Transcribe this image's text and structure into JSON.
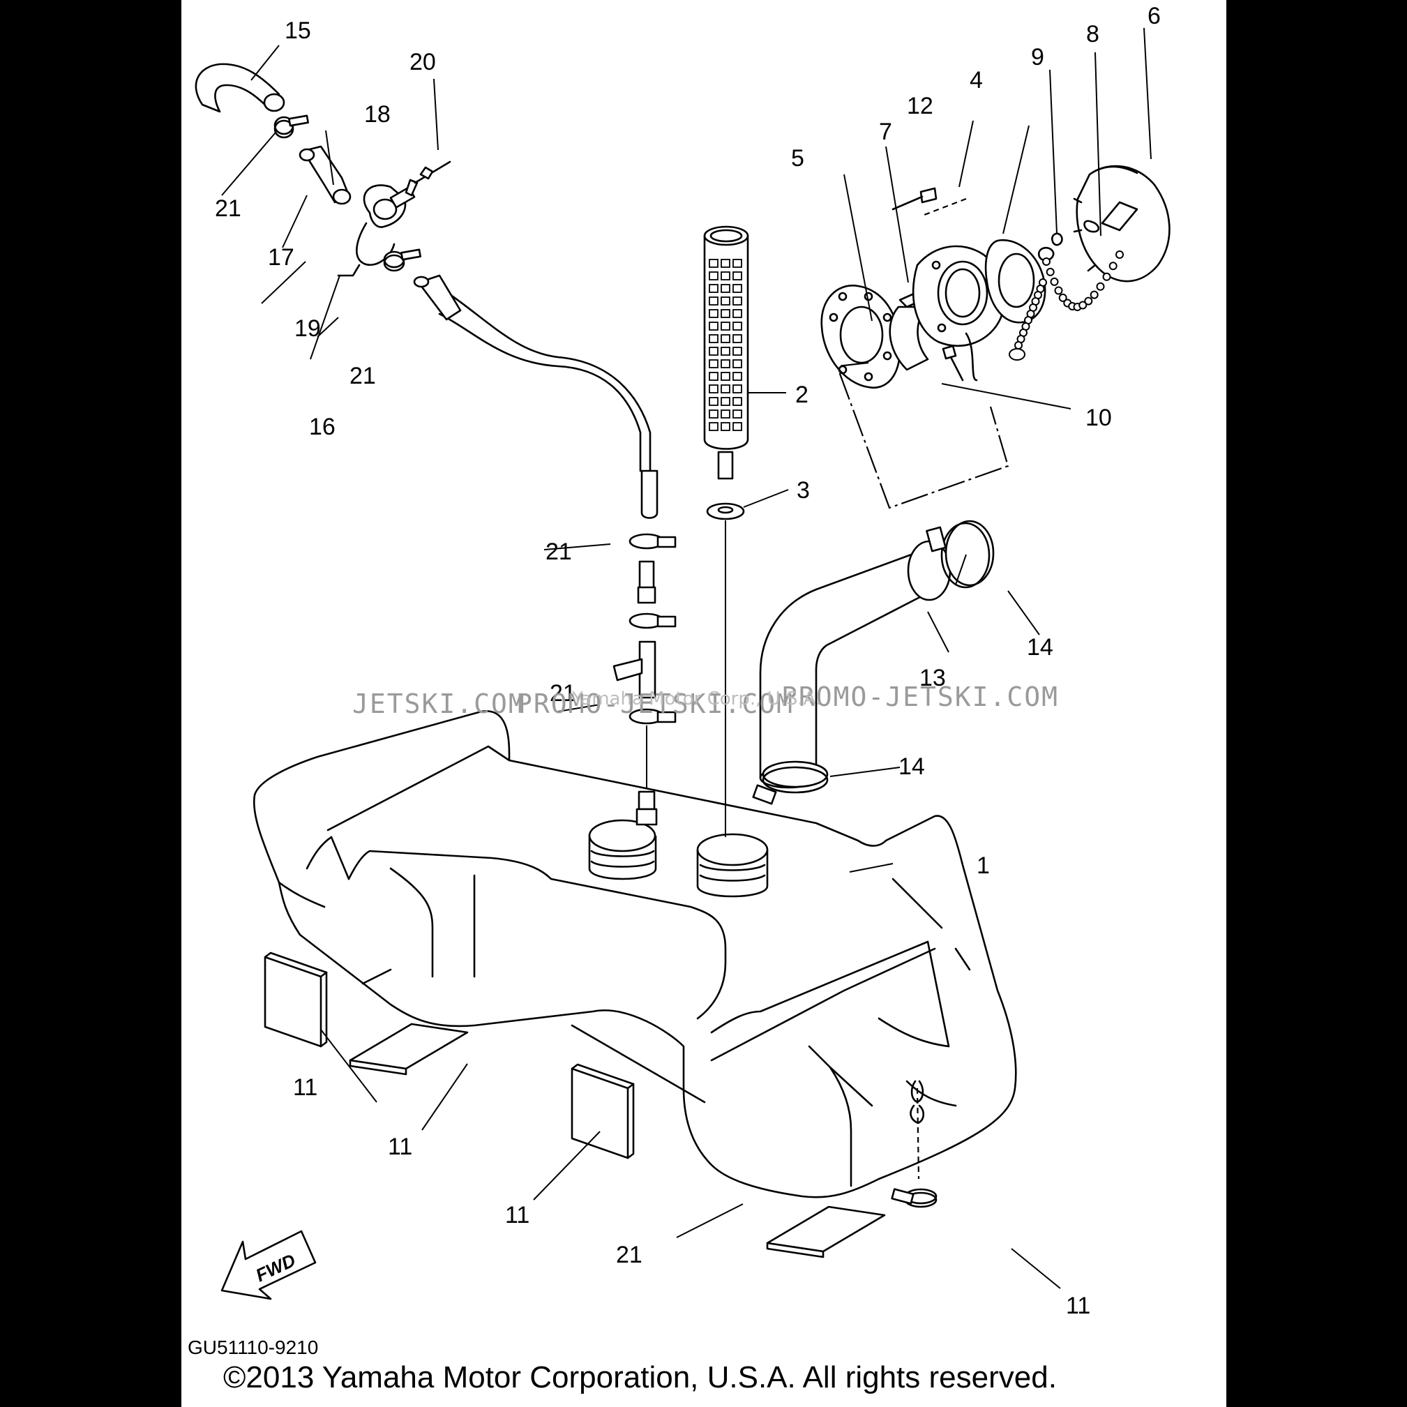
{
  "diagram": {
    "callouts": {
      "c1": "1",
      "c2": "2",
      "c3": "3",
      "c4": "4",
      "c5": "5",
      "c6": "6",
      "c7": "7",
      "c8": "8",
      "c9": "9",
      "c10": "10",
      "c11a": "11",
      "c11b": "11",
      "c11c": "11",
      "c11d": "11",
      "c12": "12",
      "c13": "13",
      "c14a": "14",
      "c14b": "14",
      "c15": "15",
      "c16": "16",
      "c17": "17",
      "c18": "18",
      "c19": "19",
      "c20": "20",
      "c21a": "21",
      "c21b": "21",
      "c21c": "21",
      "c21d": "21",
      "c21e": "21"
    },
    "fwd_label": "FWD",
    "watermark_left": "JETSKI.COM",
    "watermark_mid": "PROMO-JETSKI.COM",
    "watermark_right": "PROMO-JETSKI.COM",
    "watermark_overlay": "Yamaha Motor Corp., U.S.A."
  },
  "footer": {
    "code": "GU51110-9210",
    "copyright": "©2013 Yamaha Motor Corporation, U.S.A. All rights reserved."
  },
  "colors": {
    "background": "#000000",
    "sheet": "#ffffff",
    "ink": "#000000",
    "watermark": "#9a9a9a"
  }
}
